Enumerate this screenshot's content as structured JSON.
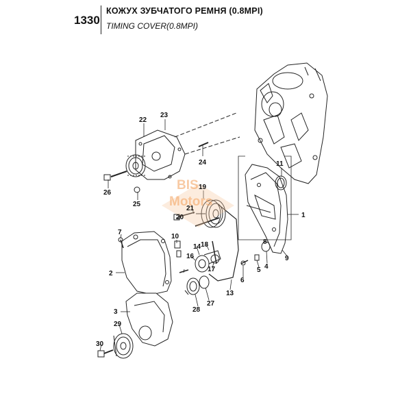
{
  "header": {
    "page_number": "1330",
    "title_ru": "КОЖУХ ЗУБЧАТОГО РЕМНЯ (0.8MPI)",
    "title_en": "TIMING COVER(0.8MPI)"
  },
  "watermark": {
    "line1": "BIS",
    "line2": "Motors"
  },
  "callouts": {
    "c1": "1",
    "c2": "2",
    "c3": "3",
    "c4": "4",
    "c5": "5",
    "c6": "6",
    "c7": "7",
    "c8": "8",
    "c9": "9",
    "c10": "10",
    "c11": "11",
    "c13": "13",
    "c14": "14",
    "c16": "16",
    "c17": "17",
    "c18": "18",
    "c19": "19",
    "c20": "20",
    "c21": "21",
    "c22": "22",
    "c23": "23",
    "c24": "24",
    "c25": "25",
    "c26": "26",
    "c27": "27",
    "c28": "28",
    "c29": "29",
    "c30": "30"
  }
}
